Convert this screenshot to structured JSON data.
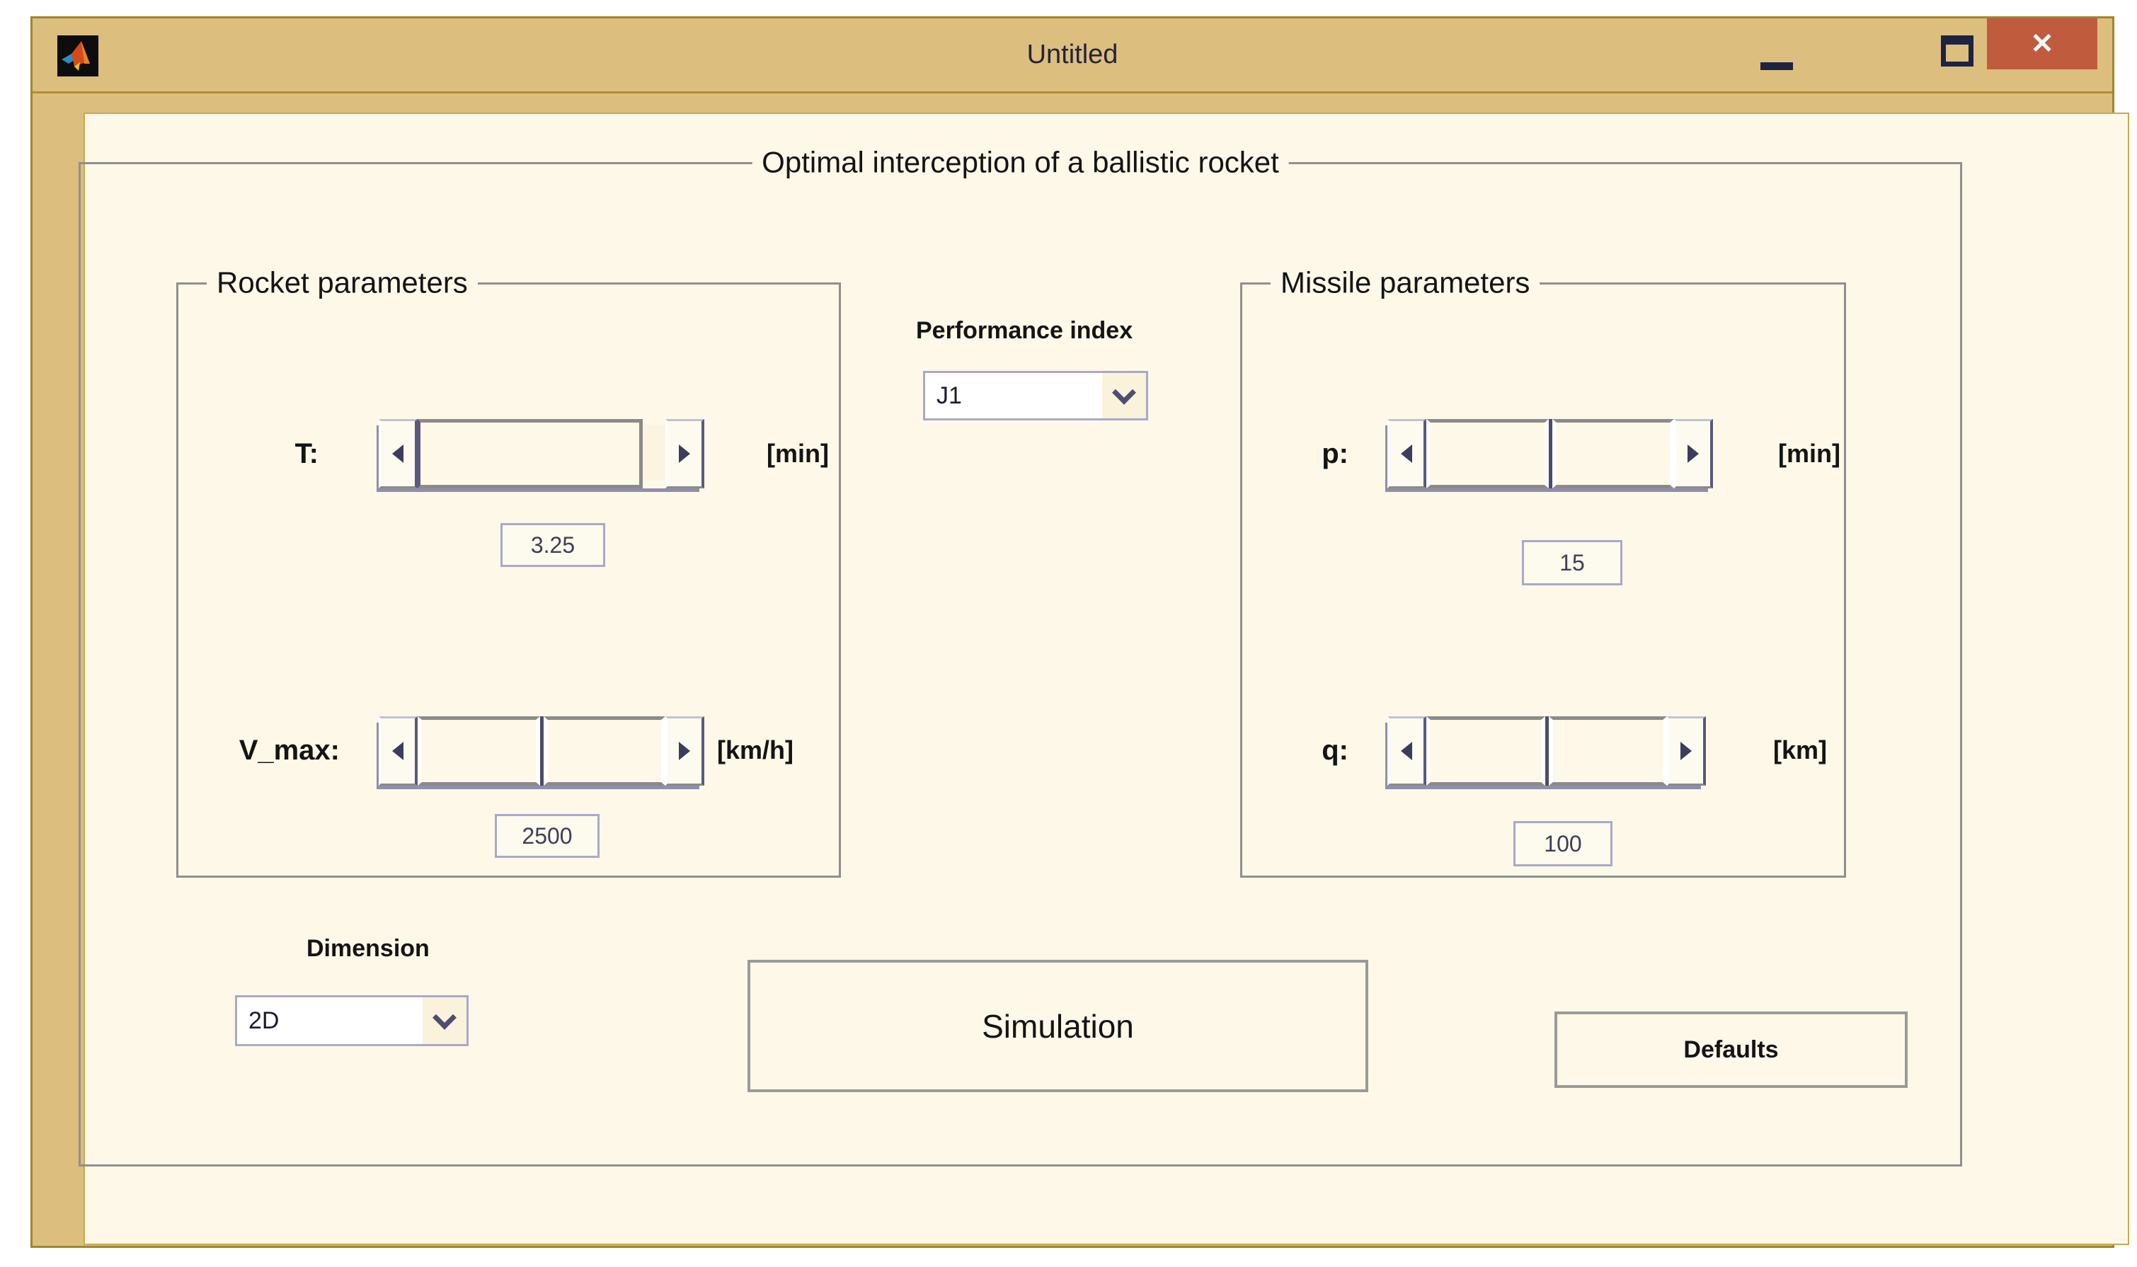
{
  "window": {
    "title": "Untitled"
  },
  "titlebar_icons": {
    "close_glyph": "✕",
    "app_icon": "matlab-logo"
  },
  "main_panel": {
    "title": "Optimal interception of a ballistic rocket"
  },
  "rocket_panel": {
    "title": "Rocket parameters",
    "rows": [
      {
        "label": "T:",
        "unit": "[min]",
        "value": "3.25"
      },
      {
        "label": "V_max:",
        "unit": "[km/h]",
        "value": "2500"
      }
    ]
  },
  "missile_panel": {
    "title": "Missile parameters",
    "rows": [
      {
        "label": "p:",
        "unit": "[min]",
        "value": "15"
      },
      {
        "label": "q:",
        "unit": "[km]",
        "value": "100"
      }
    ]
  },
  "performance_index": {
    "label": "Performance index",
    "selected": "J1"
  },
  "dimension": {
    "label": "Dimension",
    "selected": "2D"
  },
  "actions": {
    "simulation": "Simulation",
    "defaults": "Defaults"
  },
  "colors": {
    "titlebar_tan": "#dcbe7e",
    "frame_border": "#a2842c",
    "close_red": "#c15b3e",
    "client_cream": "#fdf8e8",
    "panel_border": "#8f8f8f",
    "control_border": "#a9a9ca",
    "slider_accent": "#4e4e72",
    "text": "#141414"
  }
}
